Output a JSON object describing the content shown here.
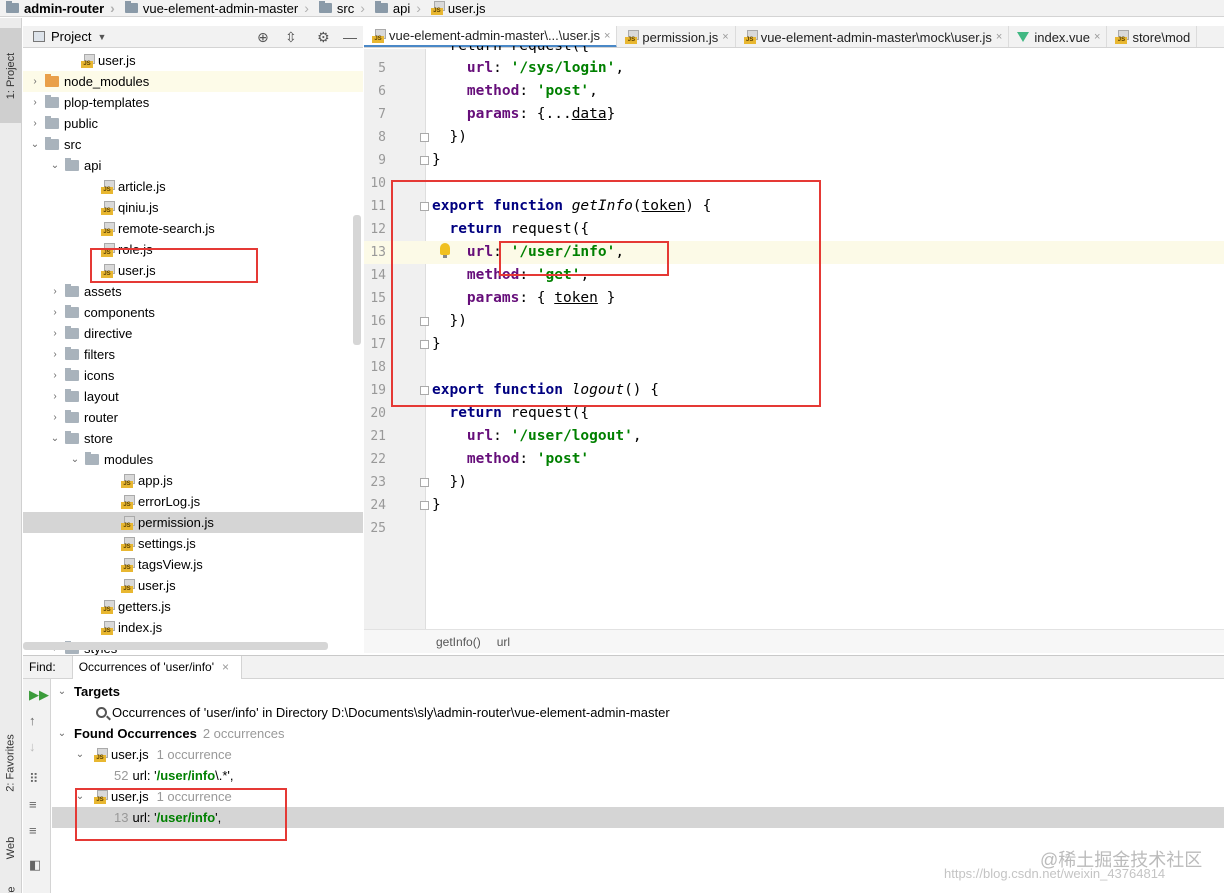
{
  "breadcrumbs": [
    "admin-router",
    "vue-element-admin-master",
    "src",
    "api",
    "user.js"
  ],
  "sidebar_tabs": {
    "project": "1: Project",
    "favorites": "2: Favorites",
    "web": "Web",
    "structure": "ture"
  },
  "project_panel": {
    "title": "Project"
  },
  "tree": [
    {
      "label": "user.js",
      "type": "js",
      "depth": 4,
      "arrow": ""
    },
    {
      "label": "node_modules",
      "type": "folder-orange",
      "depth": 2,
      "arrow": "›"
    },
    {
      "label": "plop-templates",
      "type": "folder",
      "depth": 2,
      "arrow": "›"
    },
    {
      "label": "public",
      "type": "folder",
      "depth": 2,
      "arrow": "›"
    },
    {
      "label": "src",
      "type": "folder",
      "depth": 2,
      "arrow": "⌄"
    },
    {
      "label": "api",
      "type": "folder",
      "depth": 3,
      "arrow": "⌄"
    },
    {
      "label": "article.js",
      "type": "js",
      "depth": 5,
      "arrow": ""
    },
    {
      "label": "qiniu.js",
      "type": "js",
      "depth": 5,
      "arrow": ""
    },
    {
      "label": "remote-search.js",
      "type": "js",
      "depth": 5,
      "arrow": ""
    },
    {
      "label": "role.js",
      "type": "js",
      "depth": 5,
      "arrow": ""
    },
    {
      "label": "user.js",
      "type": "js",
      "depth": 5,
      "arrow": ""
    },
    {
      "label": "assets",
      "type": "folder",
      "depth": 3,
      "arrow": "›"
    },
    {
      "label": "components",
      "type": "folder",
      "depth": 3,
      "arrow": "›"
    },
    {
      "label": "directive",
      "type": "folder",
      "depth": 3,
      "arrow": "›"
    },
    {
      "label": "filters",
      "type": "folder",
      "depth": 3,
      "arrow": "›"
    },
    {
      "label": "icons",
      "type": "folder",
      "depth": 3,
      "arrow": "›"
    },
    {
      "label": "layout",
      "type": "folder",
      "depth": 3,
      "arrow": "›"
    },
    {
      "label": "router",
      "type": "folder",
      "depth": 3,
      "arrow": "›"
    },
    {
      "label": "store",
      "type": "folder",
      "depth": 3,
      "arrow": "⌄"
    },
    {
      "label": "modules",
      "type": "folder",
      "depth": 4,
      "arrow": "⌄"
    },
    {
      "label": "app.js",
      "type": "js",
      "depth": 6,
      "arrow": ""
    },
    {
      "label": "errorLog.js",
      "type": "js",
      "depth": 6,
      "arrow": ""
    },
    {
      "label": "permission.js",
      "type": "js",
      "depth": 6,
      "arrow": "",
      "selected": true
    },
    {
      "label": "settings.js",
      "type": "js",
      "depth": 6,
      "arrow": ""
    },
    {
      "label": "tagsView.js",
      "type": "js",
      "depth": 6,
      "arrow": ""
    },
    {
      "label": "user.js",
      "type": "js",
      "depth": 6,
      "arrow": ""
    },
    {
      "label": "getters.js",
      "type": "js",
      "depth": 5,
      "arrow": ""
    },
    {
      "label": "index.js",
      "type": "js",
      "depth": 5,
      "arrow": ""
    },
    {
      "label": "styles",
      "type": "folder",
      "depth": 3,
      "arrow": "›"
    }
  ],
  "tabs": [
    {
      "label": "vue-element-admin-master\\...\\user.js",
      "icon": "js",
      "active": true
    },
    {
      "label": "permission.js",
      "icon": "js",
      "active": false
    },
    {
      "label": "vue-element-admin-master\\mock\\user.js",
      "icon": "js",
      "active": false
    },
    {
      "label": "index.vue",
      "icon": "vue",
      "active": false
    },
    {
      "label": "store\\mod",
      "icon": "js",
      "active": false
    }
  ],
  "code_lines": [
    {
      "n": "5",
      "tokens": [
        [
          "",
          "    "
        ],
        [
          "prop",
          "url"
        ],
        [
          "",
          ": "
        ],
        [
          "str",
          "'/sys/login'"
        ],
        [
          "",
          ","
        ]
      ]
    },
    {
      "n": "6",
      "tokens": [
        [
          "",
          "    "
        ],
        [
          "prop",
          "method"
        ],
        [
          "",
          ": "
        ],
        [
          "str",
          "'post'"
        ],
        [
          "",
          ","
        ]
      ]
    },
    {
      "n": "7",
      "tokens": [
        [
          "",
          "    "
        ],
        [
          "prop",
          "params"
        ],
        [
          "",
          ": {..."
        ],
        [
          "ul",
          "data"
        ],
        [
          "",
          "}"
        ]
      ]
    },
    {
      "n": "8",
      "tokens": [
        [
          "",
          "  })"
        ]
      ]
    },
    {
      "n": "9",
      "tokens": [
        [
          "",
          "}"
        ]
      ]
    },
    {
      "n": "10",
      "tokens": []
    },
    {
      "n": "11",
      "tokens": [
        [
          "kw",
          "export function "
        ],
        [
          "fn",
          "getInfo"
        ],
        [
          "",
          "("
        ],
        [
          "ul",
          "token"
        ],
        [
          "",
          ") {"
        ]
      ]
    },
    {
      "n": "12",
      "tokens": [
        [
          "",
          "  "
        ],
        [
          "kw",
          "return "
        ],
        [
          "",
          "request({"
        ]
      ]
    },
    {
      "n": "13",
      "tokens": [
        [
          "",
          "    "
        ],
        [
          "prop",
          "url"
        ],
        [
          "",
          ": "
        ],
        [
          "str",
          "'/user/info'"
        ],
        [
          "",
          ","
        ]
      ]
    },
    {
      "n": "14",
      "tokens": [
        [
          "",
          "    "
        ],
        [
          "prop",
          "method"
        ],
        [
          "",
          ": "
        ],
        [
          "str",
          "'get'"
        ],
        [
          "",
          ","
        ]
      ]
    },
    {
      "n": "15",
      "tokens": [
        [
          "",
          "    "
        ],
        [
          "prop",
          "params"
        ],
        [
          "",
          ": { "
        ],
        [
          "ul",
          "token"
        ],
        [
          "",
          " }"
        ]
      ]
    },
    {
      "n": "16",
      "tokens": [
        [
          "",
          "  })"
        ]
      ]
    },
    {
      "n": "17",
      "tokens": [
        [
          "",
          "}"
        ]
      ]
    },
    {
      "n": "18",
      "tokens": []
    },
    {
      "n": "19",
      "tokens": [
        [
          "kw",
          "export function "
        ],
        [
          "fn",
          "logout"
        ],
        [
          "",
          "() {"
        ]
      ]
    },
    {
      "n": "20",
      "tokens": [
        [
          "",
          "  "
        ],
        [
          "kw",
          "return "
        ],
        [
          "",
          "request({"
        ]
      ]
    },
    {
      "n": "21",
      "tokens": [
        [
          "",
          "    "
        ],
        [
          "prop",
          "url"
        ],
        [
          "",
          ": "
        ],
        [
          "str",
          "'/user/logout'"
        ],
        [
          "",
          ","
        ]
      ]
    },
    {
      "n": "22",
      "tokens": [
        [
          "",
          "    "
        ],
        [
          "prop",
          "method"
        ],
        [
          "",
          ": "
        ],
        [
          "str",
          "'post'"
        ]
      ]
    },
    {
      "n": "23",
      "tokens": [
        [
          "",
          "  })"
        ]
      ]
    },
    {
      "n": "24",
      "tokens": [
        [
          "",
          "}"
        ]
      ]
    },
    {
      "n": "25",
      "tokens": []
    }
  ],
  "partial_top_line": "  return request({",
  "editor_breadcrumb": [
    "getInfo()",
    "url"
  ],
  "find": {
    "label": "Find:",
    "tab": "Occurrences of 'user/info'",
    "targets_label": "Targets",
    "target_text": "Occurrences of 'user/info' in Directory D:\\Documents\\sly\\admin-router\\vue-element-admin-master",
    "found_label": "Found Occurrences",
    "found_count": "2 occurrences",
    "files": [
      {
        "name": "user.js",
        "count": "1 occurrence",
        "line": "52",
        "prefix": "url: '",
        "match": "/user/info",
        "suffix": "\\.*',"
      },
      {
        "name": "user.js",
        "count": "1 occurrence",
        "line": "13",
        "prefix": "url: '",
        "match": "/user/info",
        "suffix": "',"
      }
    ]
  },
  "watermark": {
    "line1": "@稀土掘金技术社区",
    "line2": "https://blog.csdn.net/weixin_43764814"
  }
}
